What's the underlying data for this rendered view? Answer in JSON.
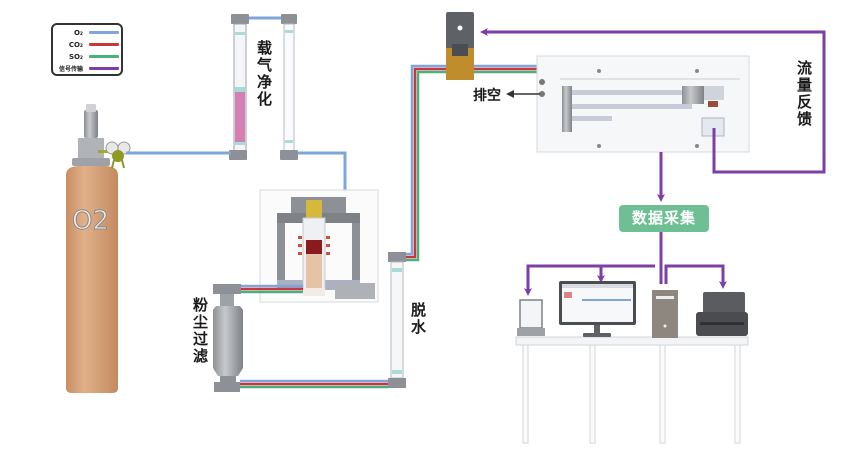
{
  "legend": {
    "items": [
      {
        "label": "O₂",
        "color": "#7ea6dc"
      },
      {
        "label": "CO₂",
        "color": "#c9363b"
      },
      {
        "label": "SO₂",
        "color": "#4caf7f"
      },
      {
        "label": "信号传输",
        "color": "#7b3fa6"
      }
    ]
  },
  "cylinder": {
    "label": "O2",
    "body_color": "#d9a47a"
  },
  "labels": {
    "carrier_gas_purification": "载气净化",
    "dust_filter": "粉尘过滤",
    "dehydration": "脱水",
    "exhaust": "排空",
    "flow_feedback": "流量反馈",
    "data_acquisition": "数据采集"
  },
  "colors": {
    "o2_line": "#7ea6dc",
    "co2_line": "#c9363b",
    "so2_line": "#4caf7f",
    "signal_line": "#7b3fa6",
    "daq_box": "#6fbf94"
  }
}
